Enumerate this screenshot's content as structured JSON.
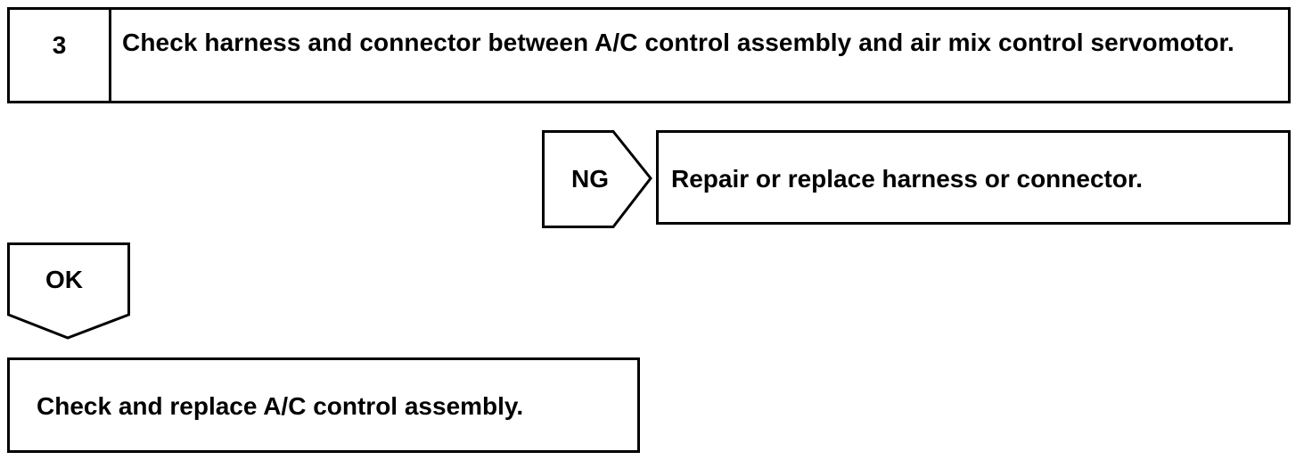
{
  "step": {
    "number": "3",
    "title": "Check harness and connector between A/C control assembly and air mix control servomotor."
  },
  "branches": {
    "ng": {
      "label": "NG",
      "result": "Repair or replace harness or connector."
    },
    "ok": {
      "label": "OK",
      "result": "Check and replace A/C control assembly."
    }
  },
  "colors": {
    "stroke": "#000000",
    "background": "#ffffff"
  }
}
